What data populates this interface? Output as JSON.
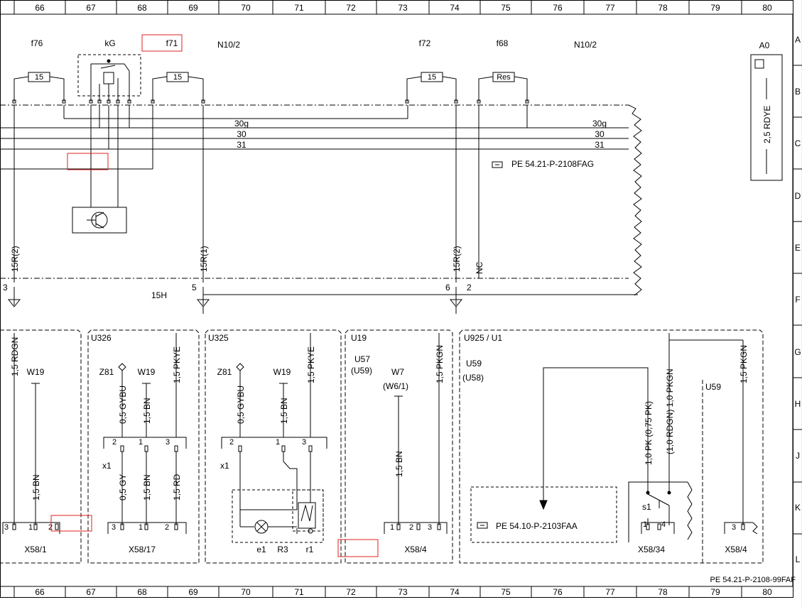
{
  "columns": [
    "66",
    "67",
    "68",
    "69",
    "70",
    "71",
    "72",
    "73",
    "74",
    "75",
    "76",
    "77",
    "78",
    "79",
    "80"
  ],
  "rows": [
    "A",
    "B",
    "C",
    "D",
    "E",
    "F",
    "G",
    "H",
    "J",
    "K",
    "L"
  ],
  "top_labels": {
    "f76": "f76",
    "kG": "kG",
    "f71": "f71",
    "n10_left": "N10/2",
    "f72": "f72",
    "f68": "f68",
    "n10_right": "N10/2",
    "a0": "A0"
  },
  "fuse_ratings": {
    "f76": "15",
    "f71": "15",
    "f72": "15",
    "f68": "Res"
  },
  "bus_labels": {
    "b30g": "30g",
    "b30": "30",
    "b31": "31",
    "h15": "15H"
  },
  "ref_pe_main": "PE 54.21-P-2108FAG",
  "ref_pe_bottom": "PE 54.10-P-2103FAA",
  "doc_id": "PE 54.21-P-2108-99FAF",
  "a0_wire": "2,5 RDYE",
  "wire_15R": {
    "w15r2a": "15R(2)",
    "w15r1": "15R(1)",
    "w15r2b": "15R(2)",
    "nc": "NC"
  },
  "pin_nums": {
    "p3": "3",
    "p5": "5",
    "p6": "6",
    "p2": "2"
  },
  "sections": {
    "s1": {
      "w1": "1,5 RDGN",
      "w19": "W19",
      "w19_bn": "1,5 BN",
      "conn": "X58/1",
      "pin3": "3",
      "pin1": "1",
      "pin2": "2"
    },
    "s2": {
      "title": "U326",
      "z81": "Z81",
      "w19": "W19",
      "w_gybu": "0,5 GYBU",
      "w_bn": "1,5 BN",
      "w_pkye": "1,5 PKYE",
      "x1": "x1",
      "x1_2": "2",
      "x1_1": "1",
      "x1_3": "3",
      "w_gy": "0,5 GY",
      "w_bn2": "1,5 BN",
      "w_rd": "1,5 RD",
      "pin3": "3",
      "pin1": "1",
      "pin2": "2",
      "conn": "X58/17"
    },
    "s3": {
      "title": "U325",
      "z81": "Z81",
      "w19": "W19",
      "w_gybu": "0,5 GYBU",
      "w_bn": "1,5 BN",
      "w_pkye": "1,5 PKYE",
      "x1": "x1",
      "x1_2": "2",
      "x1_1": "1",
      "x1_3": "3",
      "e1": "e1",
      "r3": "R3",
      "r1": "r1"
    },
    "s4": {
      "title": "U19",
      "u57": "U57",
      "u59": "(U59)",
      "w7": "W7",
      "w61": "(W6/1)",
      "w_pkgn": "1,5 PKGN",
      "w_bn": "1,5 BN",
      "pin1": "1",
      "pin2": "2",
      "pin3": "3",
      "conn": "X58/4"
    },
    "s5": {
      "title": "U925 / U1",
      "u59": "U59",
      "u58": "(U58)",
      "w_pk": "1,0 PK (0,75 PK)",
      "w_rdgn": "(1,0 RDGN) 1,0 PKGN",
      "s1": "s1",
      "pin1": "1",
      "pin4": "4",
      "conn": "X58/34"
    },
    "s6": {
      "title": "U59",
      "w_pkgn": "1,5 PKGN",
      "pin3": "3",
      "conn": "X58/4"
    }
  }
}
